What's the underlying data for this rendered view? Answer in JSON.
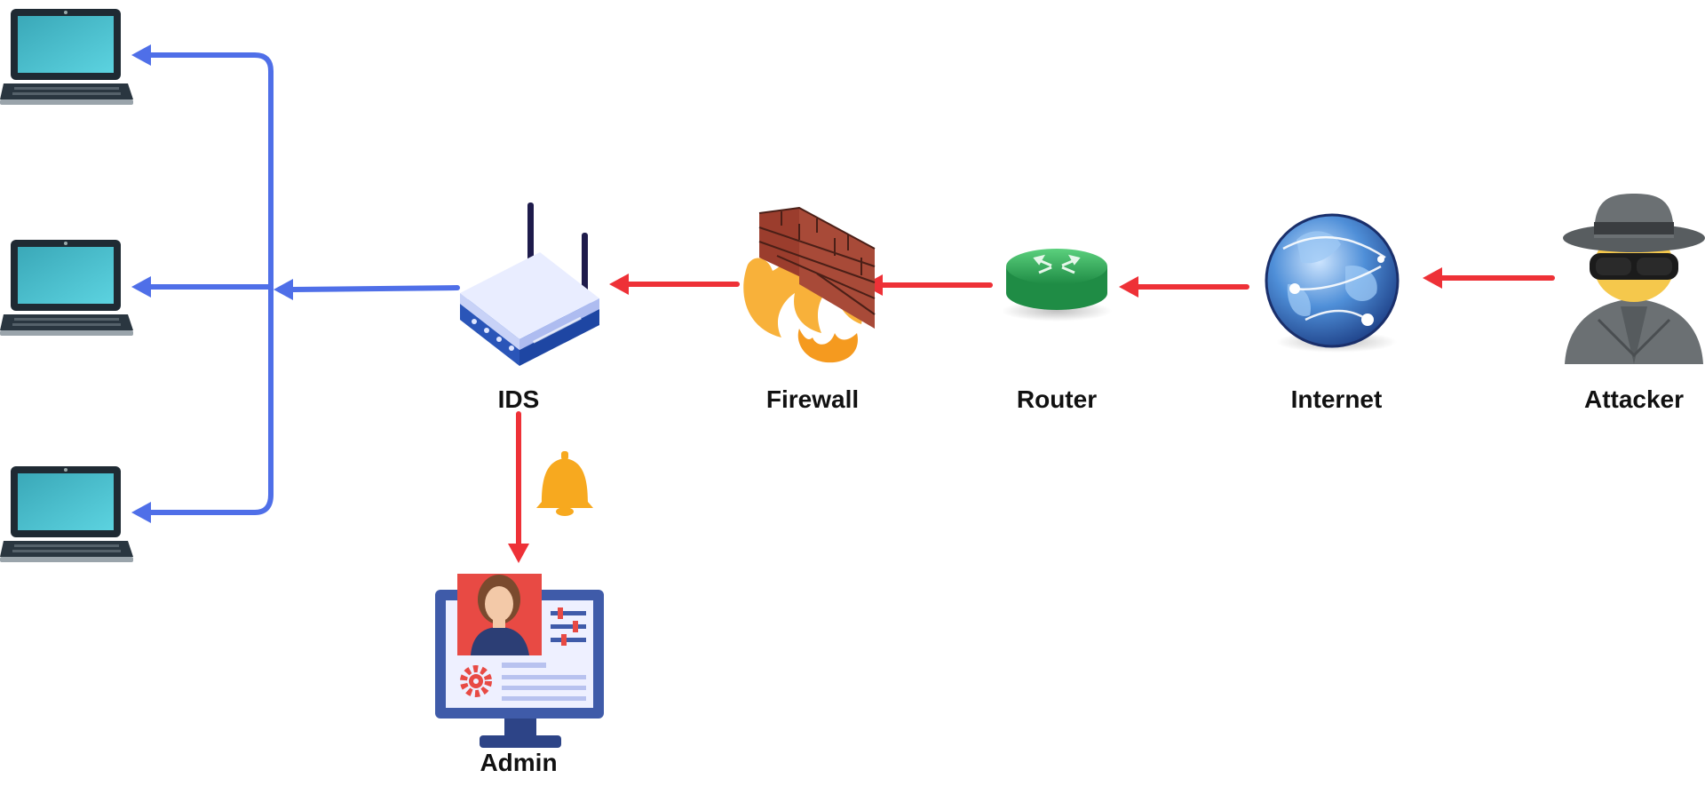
{
  "nodes": {
    "ids": {
      "label": "IDS",
      "icon": "wifi-router-icon"
    },
    "firewall": {
      "label": "Firewall",
      "icon": "firewall-icon"
    },
    "router": {
      "label": "Router",
      "icon": "router-icon"
    },
    "internet": {
      "label": "Internet",
      "icon": "globe-icon"
    },
    "attacker": {
      "label": "Attacker",
      "icon": "spy-icon"
    },
    "admin": {
      "label": "Admin",
      "icon": "admin-monitor-icon"
    },
    "clients": [
      {
        "icon": "laptop-icon"
      },
      {
        "icon": "laptop-icon"
      },
      {
        "icon": "laptop-icon"
      }
    ],
    "alert": {
      "icon": "bell-icon"
    }
  },
  "colors": {
    "attack_arrow": "#ee3137",
    "internal_arrow": "#4f6fe8",
    "alert": "#f7a91f"
  }
}
